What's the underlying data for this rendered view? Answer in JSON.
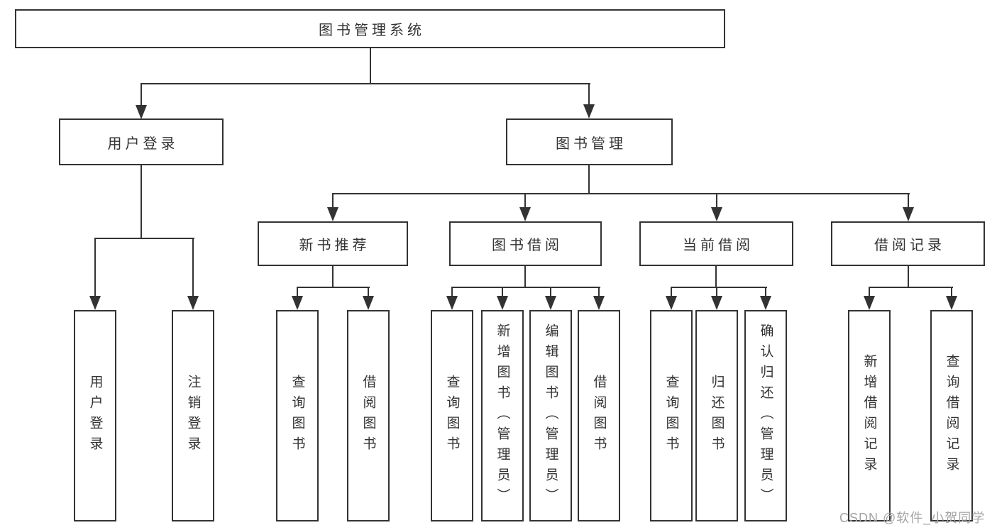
{
  "tree": {
    "root": {
      "label": "图书管理系统"
    },
    "branches": [
      {
        "label": "用户登录",
        "children": [
          {
            "label": "用户登录"
          },
          {
            "label": "注销登录"
          }
        ]
      },
      {
        "label": "图书管理",
        "children": [
          {
            "label": "新书推荐",
            "children": [
              {
                "label": "查询图书"
              },
              {
                "label": "借阅图书"
              }
            ]
          },
          {
            "label": "图书借阅",
            "children": [
              {
                "label": "查询图书"
              },
              {
                "label": "新增图书（管理员）"
              },
              {
                "label": "编辑图书（管理员）"
              },
              {
                "label": "借阅图书"
              }
            ]
          },
          {
            "label": "当前借阅",
            "children": [
              {
                "label": "查询图书"
              },
              {
                "label": "归还图书"
              },
              {
                "label": "确认归还（管理员）"
              }
            ]
          },
          {
            "label": "借阅记录",
            "children": [
              {
                "label": "新增借阅记录"
              },
              {
                "label": "查询借阅记录"
              }
            ]
          }
        ]
      }
    ]
  },
  "watermark": "CSDN @软件_小贺同学",
  "colors": {
    "line": "#333333",
    "text": "#333333",
    "box_background": "#ffffff",
    "background": "#ffffff",
    "watermark": "#a3a3a3"
  }
}
